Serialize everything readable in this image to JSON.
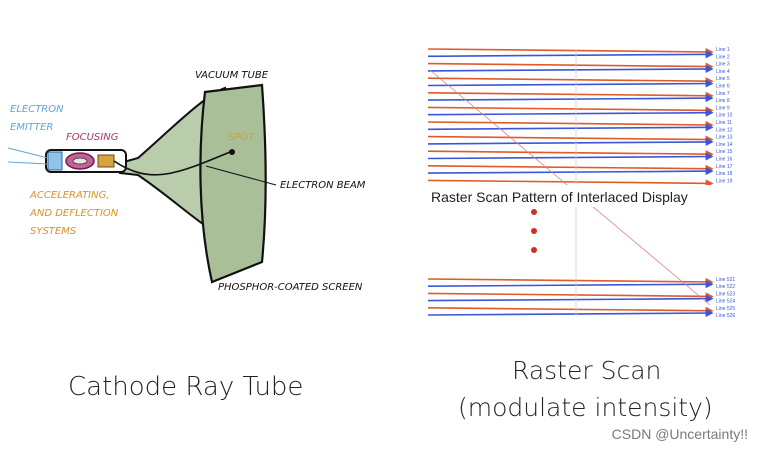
{
  "crt": {
    "labels": {
      "vacuum_tube": "VACUUM TUBE",
      "electron_emitter_1": "ELECTRON",
      "electron_emitter_2": "EMITTER",
      "focusing": "FOCUSING",
      "spot": "SPOT",
      "electron_beam": "ELECTRON BEAM",
      "accel_1": "ACCELERATING,",
      "accel_2": "AND DEFLECTION",
      "accel_3": "SYSTEMS",
      "screen": "PHOSPHOR-COATED SCREEN"
    },
    "caption": "Cathode Ray Tube",
    "colors": {
      "tube_fill": "#b9ccac",
      "tube_stroke": "#111111",
      "emitter_label": "#5aa9d6",
      "focusing_label": "#b0336c",
      "accel_label": "#d9922a",
      "spot_label": "#d9a12a"
    }
  },
  "raster": {
    "title": "Raster Scan Pattern of Interlaced Display",
    "top_line_labels": [
      "Line 1",
      "Line 2",
      "Line 3",
      "Line 4",
      "Line 5",
      "Line 6",
      "Line 7",
      "Line 8",
      "Line 9",
      "Line 10",
      "Line 11",
      "Line 12",
      "Line 13",
      "Line 14",
      "Line 15",
      "Line 16",
      "Line 17",
      "Line 18",
      "Line 19"
    ],
    "bottom_line_labels": [
      "Line 521",
      "Line 522",
      "Line 523",
      "Line 524",
      "Line 525",
      "Line 526"
    ],
    "caption_line1": "Raster Scan",
    "caption_line2": "(modulate intensity)",
    "colors": {
      "odd_line": "#e05a2a",
      "even_line": "#3a57d8",
      "dots": "#d0301f"
    }
  },
  "watermark": "CSDN @Uncertainty!!"
}
